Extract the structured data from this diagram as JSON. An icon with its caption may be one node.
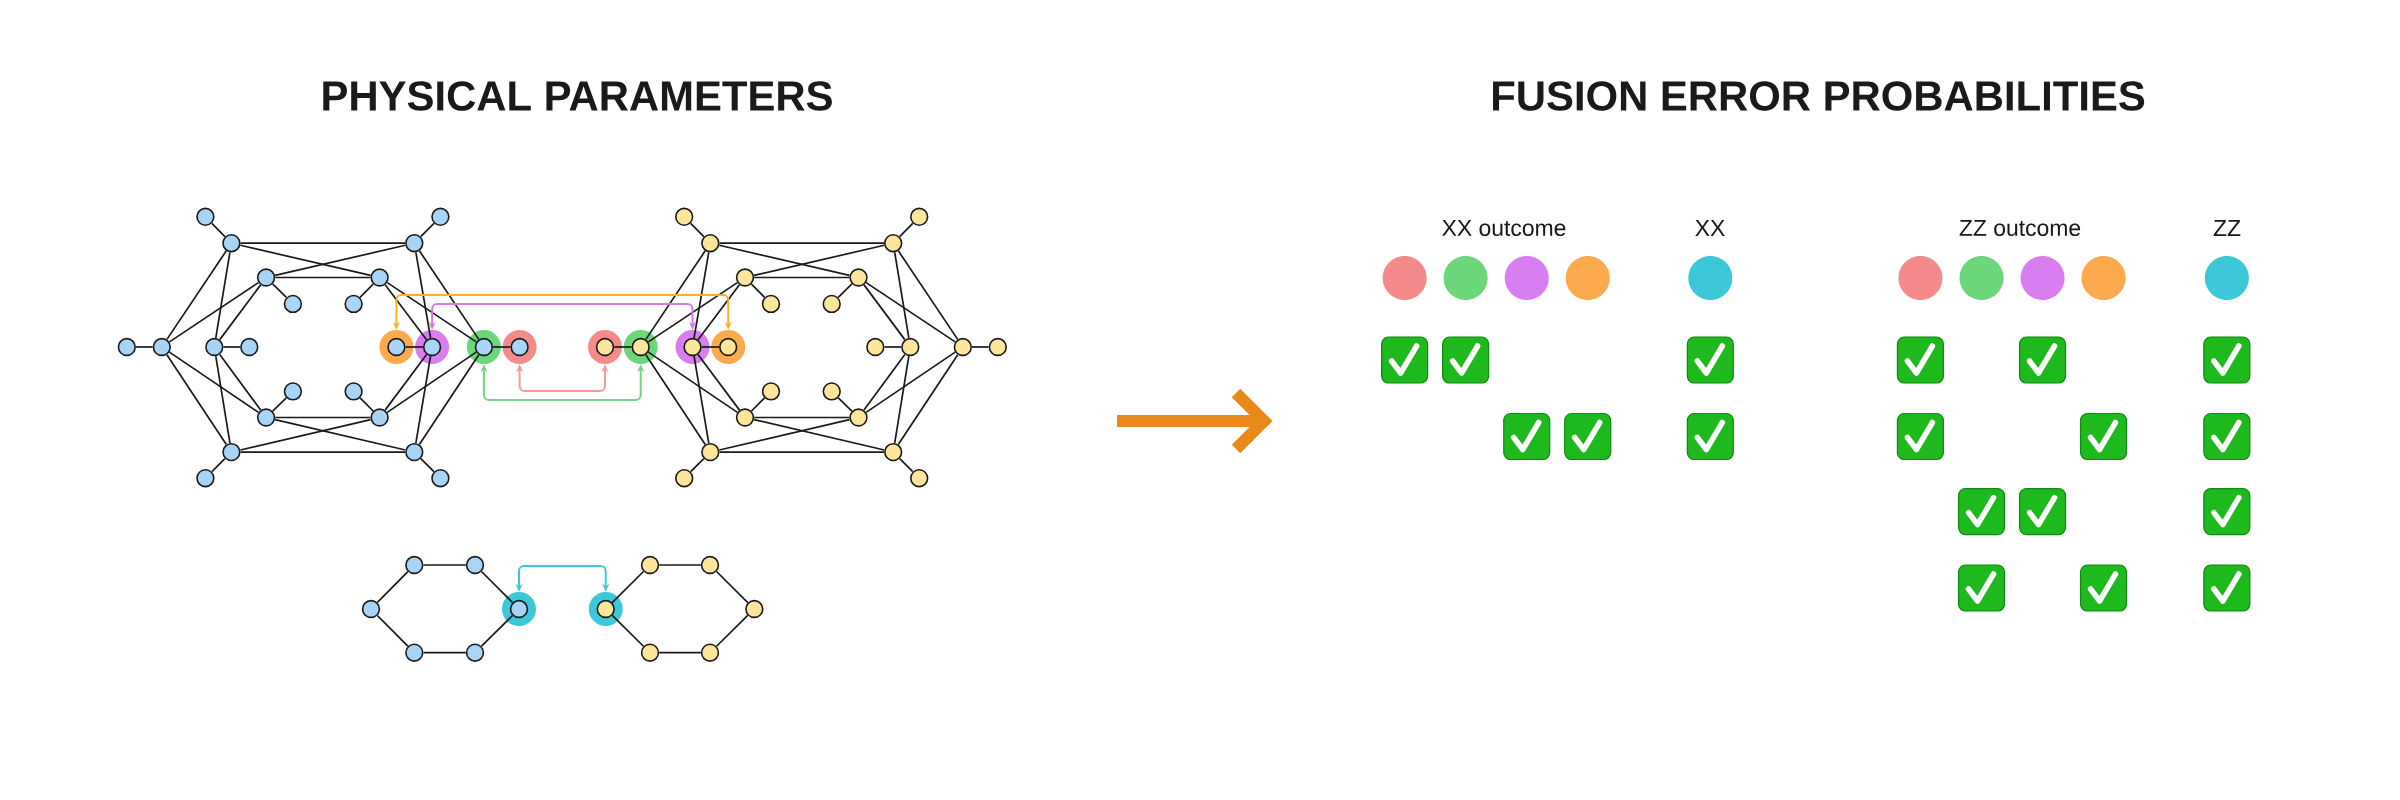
{
  "diagram": {
    "nodes": [
      {
        "text": [],
        "shape": "circle"
      },
      {
        "text": [],
        "shape": "circle"
      },
      {
        "text": [],
        "shape": "circle"
      },
      {
        "text": [],
        "shape": "circle"
      },
      {
        "text": [],
        "shape": "circle"
      },
      {
        "text": [],
        "shape": "circle"
      },
      {
        "text": [],
        "shape": "circle"
      },
      {
        "text": [],
        "shape": "circle"
      },
      {
        "text": [],
        "shape": "circle"
      },
      {
        "text": [],
        "shape": "circle"
      },
      {
        "text": [],
        "shape": "circle"
      },
      {
        "text": [],
        "shape": "circle"
      },
      {
        "text": [],
        "shape": "circle"
      },
      {
        "text": [],
        "shape": "circle"
      },
      {
        "text": [],
        "shape": "circle"
      },
      {
        "text": [],
        "shape": "circle"
      },
      {
        "text": [],
        "shape": "circle"
      },
      {
        "text": [],
        "shape": "circle"
      },
      {
        "text": [],
        "shape": "circle"
      },
      {
        "text": [],
        "shape": "circle"
      },
      {
        "text": [],
        "shape": "circle"
      },
      {
        "text": [],
        "shape": "circle"
      },
      {
        "text": [],
        "shape": "circle"
      },
      {
        "text": [],
        "shape": "circle"
      },
      {
        "text": [],
        "shape": "circle"
      },
      {
        "text": [],
        "shape": "circle"
      },
      {
        "text": [],
        "shape": "circle"
      },
      {
        "text": [],
        "shape": "circle"
      },
      {
        "text": [],
        "shape": "circle"
      },
      {
        "text": [],
        "shape": "circle"
      },
      {
        "text": [],
        "shape": "circle"
      },
      {
        "text": [],
        "shape": "circle"
      },
      {
        "text": [],
        "shape": "circle"
      },
      {
        "text": [],
        "shape": "circle"
      },
      {
        "text": [],
        "shape": "circle"
      },
      {
        "text": [],
        "shape": "circle"
      },
      {
        "text": [],
        "shape": "circle"
      },
      {
        "text": [],
        "shape": "circle"
      },
      {
        "text": [],
        "shape": "circle"
      },
      {
        "text": [],
        "shape": "circle"
      },
      {
        "text": [],
        "shape": "circle"
      },
      {
        "text": [],
        "shape": "circle"
      },
      {
        "text": [],
        "shape": "circle"
      },
      {
        "text": [],
        "shape": "circle"
      },
      {
        "text": [],
        "shape": "circle"
      },
      {
        "text": [],
        "shape": "circle"
      },
      {
        "text": [],
        "shape": "circle"
      },
      {
        "text": [],
        "shape": "circle"
      },
      {
        "text": [],
        "shape": "circle"
      },
      {
        "text": [],
        "shape": "circle"
      },
      {
        "text": [],
        "shape": "circle"
      },
      {
        "text": [],
        "shape": "circle"
      },
      {
        "text": [],
        "shape": "circle"
      },
      {
        "text": [],
        "shape": "circle"
      },
      {
        "text": [],
        "shape": "circle"
      },
      {
        "text": [],
        "shape": "circle"
      },
      {
        "text": [],
        "shape": "circle"
      },
      {
        "text": [],
        "shape": "circle"
      },
      {
        "text": [],
        "shape": "circle"
      },
      {
        "text": [],
        "shape": "circle"
      }
    ],
    "edges": [
      {
        "from": 5,
        "to": 17,
        "arrow": "none"
      },
      {
        "from": 6,
        "to": 18,
        "arrow": "none"
      },
      {
        "from": 8,
        "to": 14,
        "arrow": "none"
      },
      {
        "from": 9,
        "to": 15,
        "arrow": "none"
      },
      {
        "from": 5,
        "to": 14,
        "arrow": "none"
      },
      {
        "from": 17,
        "to": 8,
        "arrow": "none"
      },
      {
        "from": 6,
        "to": 15,
        "arrow": "none"
      },
      {
        "from": 18,
        "to": 9,
        "arrow": "none"
      },
      {
        "from": 1,
        "to": 5,
        "arrow": "none"
      },
      {
        "from": 1,
        "to": 6,
        "arrow": "none"
      },
      {
        "from": 1,
        "to": 8,
        "arrow": "none"
      },
      {
        "from": 1,
        "to": 9,
        "arrow": "none"
      },
      {
        "from": 4,
        "to": 5,
        "arrow": "none"
      },
      {
        "from": 4,
        "to": 6,
        "arrow": "none"
      },
      {
        "from": 4,
        "to": 8,
        "arrow": "none"
      },
      {
        "from": 4,
        "to": 9,
        "arrow": "none"
      },
      {
        "from": 22,
        "to": 17,
        "arrow": "none"
      },
      {
        "from": 22,
        "to": 18,
        "arrow": "none"
      },
      {
        "from": 22,
        "to": 14,
        "arrow": "none"
      },
      {
        "from": 22,
        "to": 15,
        "arrow": "none"
      },
      {
        "from": 19,
        "to": 17,
        "arrow": "none"
      },
      {
        "from": 19,
        "to": 18,
        "arrow": "none"
      },
      {
        "from": 19,
        "to": 14,
        "arrow": "none"
      },
      {
        "from": 19,
        "to": 15,
        "arrow": "none"
      },
      {
        "from": 0,
        "to": 1,
        "arrow": "none"
      },
      {
        "from": 2,
        "to": 5,
        "arrow": "none"
      },
      {
        "from": 3,
        "to": 6,
        "arrow": "none"
      },
      {
        "from": 7,
        "to": 4,
        "arrow": "none"
      },
      {
        "from": 10,
        "to": 8,
        "arrow": "none"
      },
      {
        "from": 11,
        "to": 9,
        "arrow": "none"
      },
      {
        "from": 12,
        "to": 14,
        "arrow": "none"
      },
      {
        "from": 13,
        "to": 15,
        "arrow": "none"
      },
      {
        "from": 20,
        "to": 17,
        "arrow": "none"
      },
      {
        "from": 21,
        "to": 18,
        "arrow": "none"
      },
      {
        "from": 16,
        "to": 19,
        "arrow": "none"
      },
      {
        "from": 23,
        "to": 22,
        "arrow": "none"
      },
      {
        "from": 41,
        "to": 29,
        "arrow": "none"
      },
      {
        "from": 42,
        "to": 30,
        "arrow": "none"
      },
      {
        "from": 38,
        "to": 32,
        "arrow": "none"
      },
      {
        "from": 39,
        "to": 33,
        "arrow": "none"
      },
      {
        "from": 41,
        "to": 32,
        "arrow": "none"
      },
      {
        "from": 29,
        "to": 38,
        "arrow": "none"
      },
      {
        "from": 42,
        "to": 33,
        "arrow": "none"
      },
      {
        "from": 30,
        "to": 39,
        "arrow": "none"
      },
      {
        "from": 46,
        "to": 41,
        "arrow": "none"
      },
      {
        "from": 46,
        "to": 42,
        "arrow": "none"
      },
      {
        "from": 46,
        "to": 38,
        "arrow": "none"
      },
      {
        "from": 46,
        "to": 39,
        "arrow": "none"
      },
      {
        "from": 43,
        "to": 41,
        "arrow": "none"
      },
      {
        "from": 43,
        "to": 42,
        "arrow": "none"
      },
      {
        "from": 43,
        "to": 38,
        "arrow": "none"
      },
      {
        "from": 43,
        "to": 39,
        "arrow": "none"
      },
      {
        "from": 25,
        "to": 29,
        "arrow": "none"
      },
      {
        "from": 25,
        "to": 30,
        "arrow": "none"
      },
      {
        "from": 25,
        "to": 32,
        "arrow": "none"
      },
      {
        "from": 25,
        "to": 33,
        "arrow": "none"
      },
      {
        "from": 28,
        "to": 29,
        "arrow": "none"
      },
      {
        "from": 28,
        "to": 30,
        "arrow": "none"
      },
      {
        "from": 28,
        "to": 32,
        "arrow": "none"
      },
      {
        "from": 28,
        "to": 33,
        "arrow": "none"
      },
      {
        "from": 47,
        "to": 46,
        "arrow": "none"
      },
      {
        "from": 44,
        "to": 41,
        "arrow": "none"
      },
      {
        "from": 45,
        "to": 42,
        "arrow": "none"
      },
      {
        "from": 40,
        "to": 43,
        "arrow": "none"
      },
      {
        "from": 36,
        "to": 38,
        "arrow": "none"
      },
      {
        "from": 37,
        "to": 39,
        "arrow": "none"
      },
      {
        "from": 34,
        "to": 32,
        "arrow": "none"
      },
      {
        "from": 35,
        "to": 33,
        "arrow": "none"
      },
      {
        "from": 26,
        "to": 29,
        "arrow": "none"
      },
      {
        "from": 27,
        "to": 30,
        "arrow": "none"
      },
      {
        "from": 31,
        "to": 28,
        "arrow": "none"
      },
      {
        "from": 24,
        "to": 25,
        "arrow": "none"
      },
      {
        "from": 16,
        "to": 31,
        "arrow": "both",
        "color": "#f5b324"
      },
      {
        "from": 19,
        "to": 28,
        "arrow": "both",
        "color": "#d47ae8"
      },
      {
        "from": 23,
        "to": 24,
        "arrow": "both",
        "color": "#f59a9a"
      },
      {
        "from": 22,
        "to": 25,
        "arrow": "both",
        "color": "#74d483"
      },
      {
        "from": 48,
        "to": 49,
        "arrow": "none"
      },
      {
        "from": 49,
        "to": 51,
        "arrow": "none"
      },
      {
        "from": 51,
        "to": 53,
        "arrow": "none"
      },
      {
        "from": 53,
        "to": 52,
        "arrow": "none"
      },
      {
        "from": 52,
        "to": 50,
        "arrow": "none"
      },
      {
        "from": 50,
        "to": 48,
        "arrow": "none"
      },
      {
        "from": 54,
        "to": 55,
        "arrow": "none"
      },
      {
        "from": 55,
        "to": 57,
        "arrow": "none"
      },
      {
        "from": 57,
        "to": 59,
        "arrow": "none"
      },
      {
        "from": 59,
        "to": 58,
        "arrow": "none"
      },
      {
        "from": 58,
        "to": 56,
        "arrow": "none"
      },
      {
        "from": 56,
        "to": 54,
        "arrow": "none"
      },
      {
        "from": 53,
        "to": 54,
        "arrow": "both",
        "color": "#3cc8d8"
      }
    ],
    "labels": [
      "PHYSICAL PARAMETERS",
      "FUSION ERROR PROBABILITIES",
      "XX outcome",
      "XX",
      "ZZ outcome",
      "ZZ"
    ]
  }
}
